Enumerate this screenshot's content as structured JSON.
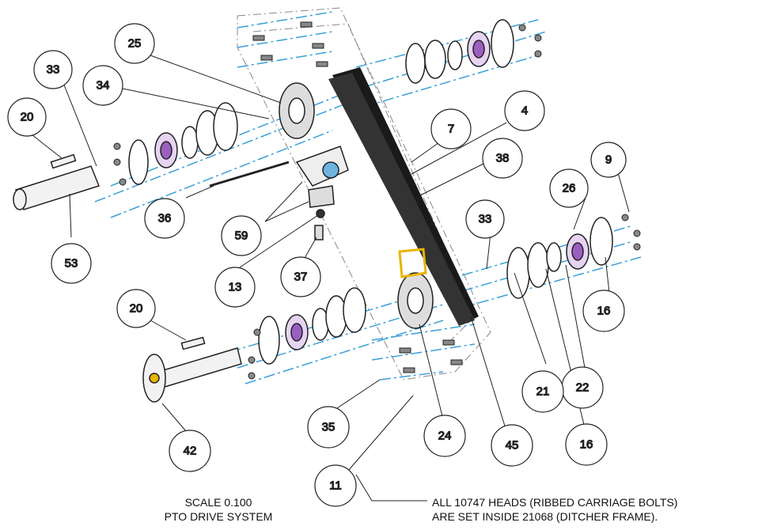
{
  "balloons": [
    "25",
    "33",
    "34",
    "20",
    "36",
    "53",
    "59",
    "13",
    "37",
    "7",
    "4",
    "38",
    "9",
    "26",
    "33",
    "16",
    "20",
    "22",
    "21",
    "16",
    "35",
    "24",
    "45",
    "42",
    "11"
  ],
  "captions": {
    "scale": "SCALE  0.100",
    "assembly": "PTO DRIVE SYSTEM",
    "note_line1": "ALL 10747 HEADS (RIBBED CARRIAGE BOLTS)",
    "note_line2": "ARE SET INSIDE 21068 (DITCHER FRAME)."
  },
  "colors": {
    "line": "#333333",
    "center_lines": "#3aa0d8",
    "bushing": "#9b5fc0",
    "highlight_part": "#e8b400",
    "chain": "#1a1a1a"
  }
}
